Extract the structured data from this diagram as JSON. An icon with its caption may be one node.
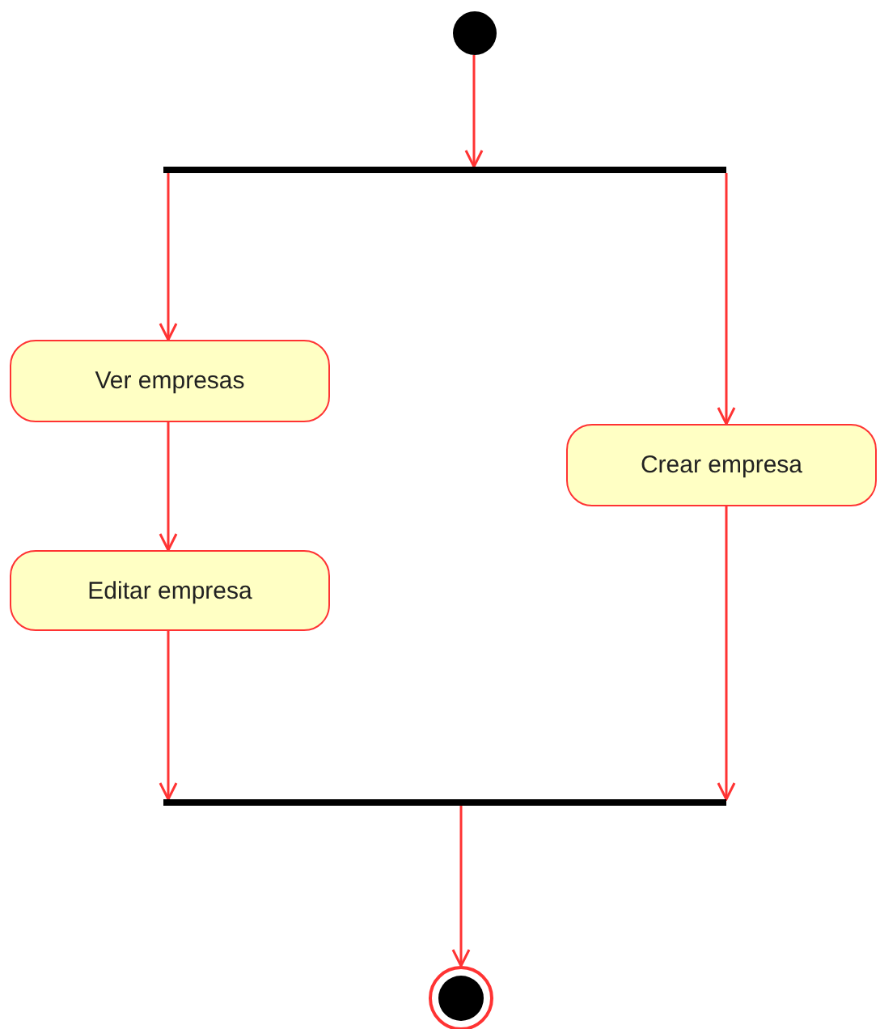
{
  "diagram": {
    "nodes": [
      {
        "text": [],
        "shape": "circle"
      },
      {
        "text": [],
        "shape": "bar"
      },
      {
        "text": [
          "Ver empresas"
        ]
      },
      {
        "text": [
          "Editar empresa"
        ]
      },
      {
        "text": [
          "Crear empresa"
        ]
      },
      {
        "text": [],
        "shape": "bar"
      },
      {
        "text": [],
        "shape": "circle"
      }
    ],
    "edges": [
      {
        "from": 0,
        "to": 1,
        "arrow": "to"
      },
      {
        "from": 1,
        "to": 2,
        "arrow": "to"
      },
      {
        "from": 1,
        "to": 4,
        "arrow": "to"
      },
      {
        "from": 2,
        "to": 3,
        "arrow": "to"
      },
      {
        "from": 3,
        "to": 5,
        "arrow": "to"
      },
      {
        "from": 4,
        "to": 5,
        "arrow": "to"
      },
      {
        "from": 5,
        "to": 6,
        "arrow": "to"
      }
    ]
  }
}
